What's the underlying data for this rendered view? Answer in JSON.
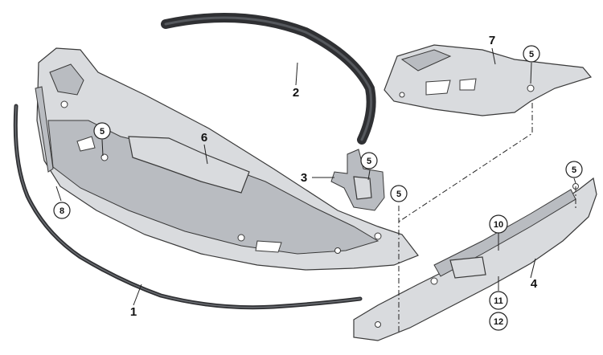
{
  "callouts": {
    "c1": "1",
    "c2": "2",
    "c3": "3",
    "c4": "4",
    "c5a": "5",
    "c5b": "5",
    "c5c": "5",
    "c5d": "5",
    "c5e": "5",
    "c6": "6",
    "c7": "7",
    "c8": "8",
    "c10": "10",
    "c11": "11",
    "c12": "12"
  }
}
